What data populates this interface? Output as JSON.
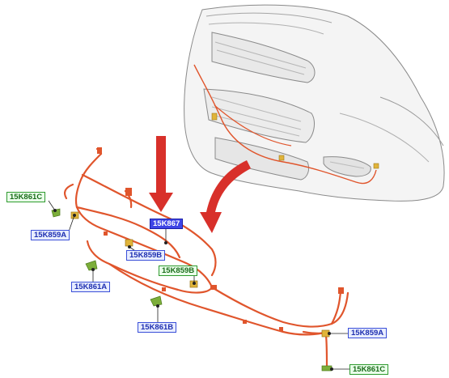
{
  "labels": {
    "harness": "15K867",
    "conn_15K861C_left": "15K861C",
    "conn_15K859A_left": "15K859A",
    "conn_15K859B_upper": "15K859B",
    "conn_15K859B_lower": "15K859B",
    "conn_15K861A": "15K861A",
    "conn_15K861B": "15K861B",
    "conn_15K859A_right": "15K859A",
    "conn_15K861C_right": "15K861C"
  },
  "colors": {
    "harness_wire": "#e0552c",
    "arrow": "#d8302a",
    "blue_label": "#3a4fd8",
    "green_label": "#2f9a2f",
    "highlight_label": "#3f45e6",
    "connector_yellow": "#e0b43a",
    "connector_green": "#7cae3a"
  }
}
